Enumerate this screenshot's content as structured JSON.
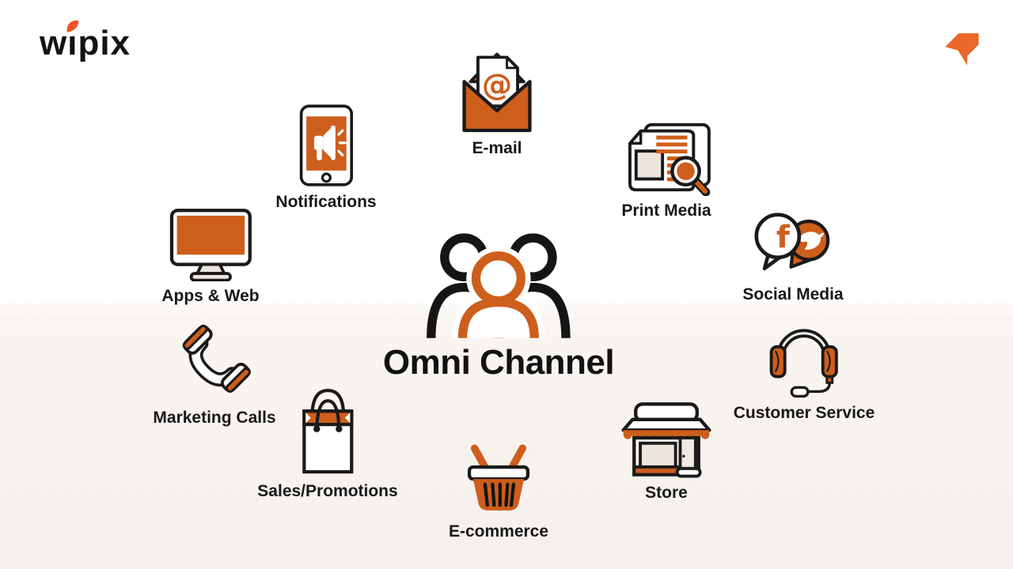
{
  "brand": {
    "logo_text": "wipix",
    "logo_color": "#131313",
    "logo_accent_color": "#F1512A"
  },
  "corner_mark": {
    "color": "#E9682A"
  },
  "center": {
    "title": "Omni Channel",
    "icon": "people-group-icon"
  },
  "glyphs": {
    "email_at": "@",
    "social_f": "f"
  },
  "colors": {
    "icon_orange": "#CE5E1B",
    "icon_outline": "#1A1A1A",
    "paper_beige": "#EDE6DF",
    "background_top": "#FFFFFF",
    "background_bottom": "#F5F0EC"
  },
  "channels": [
    {
      "id": "email",
      "label": "E-mail",
      "icon": "email-envelope-icon"
    },
    {
      "id": "notifications",
      "label": "Notifications",
      "icon": "phone-megaphone-icon"
    },
    {
      "id": "print-media",
      "label": "Print Media",
      "icon": "newspaper-magnifier-icon"
    },
    {
      "id": "social-media",
      "label": "Social Media",
      "icon": "chat-bubbles-icon"
    },
    {
      "id": "customer-service",
      "label": "Customer Service",
      "icon": "headset-icon"
    },
    {
      "id": "store",
      "label": "Store",
      "icon": "storefront-icon"
    },
    {
      "id": "ecommerce",
      "label": "E-commerce",
      "icon": "shopping-basket-icon"
    },
    {
      "id": "sales-promotions",
      "label": "Sales/Promotions",
      "icon": "shopping-bag-icon"
    },
    {
      "id": "marketing-calls",
      "label": "Marketing Calls",
      "icon": "phone-handset-icon"
    },
    {
      "id": "apps-web",
      "label": "Apps & Web",
      "icon": "desktop-monitor-icon"
    }
  ]
}
